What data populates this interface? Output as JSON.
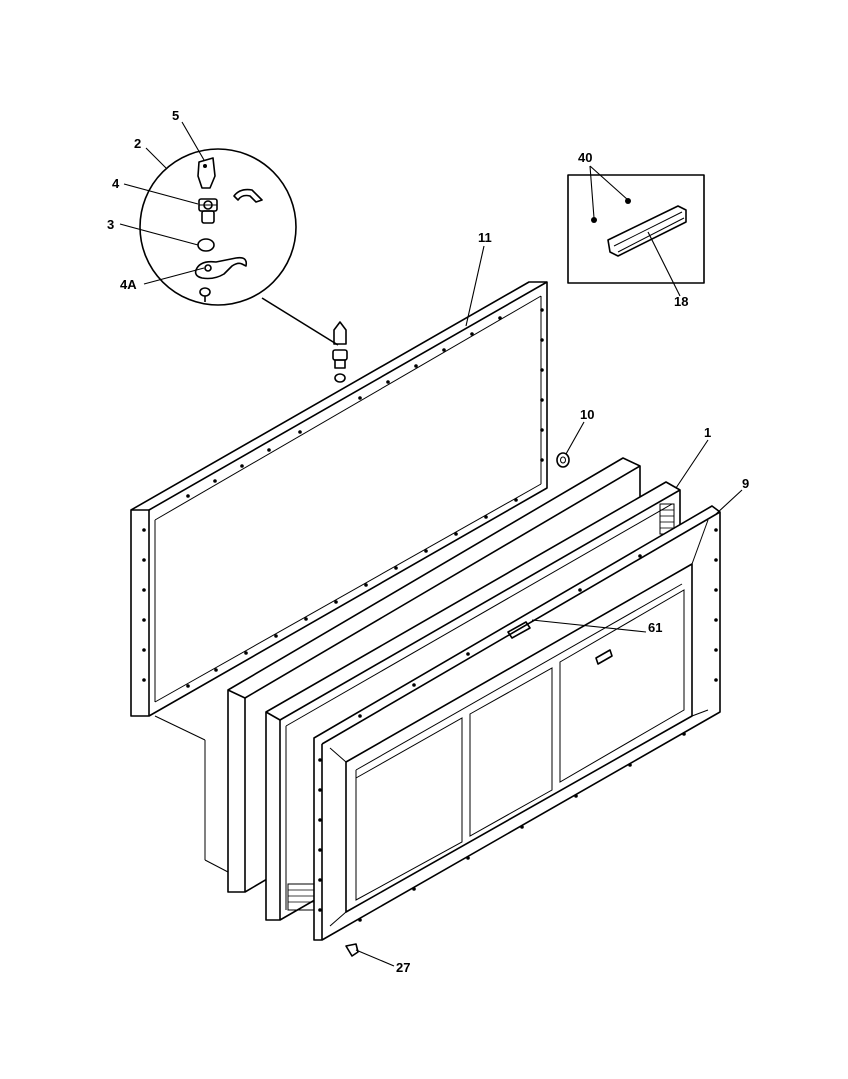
{
  "callouts": {
    "c1": "1",
    "c2": "2",
    "c3": "3",
    "c4": "4",
    "c4a": "4A",
    "c5": "5",
    "c9": "9",
    "c10": "10",
    "c11": "11",
    "c18": "18",
    "c27": "27",
    "c40": "40",
    "c61": "61"
  },
  "colors": {
    "ink": "#000000",
    "paper": "#ffffff"
  }
}
